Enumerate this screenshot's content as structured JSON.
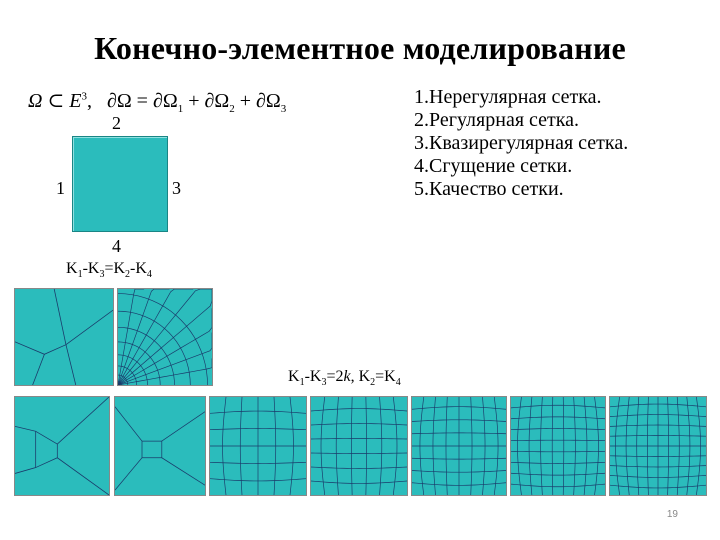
{
  "title": "Конечно-элементное моделирование",
  "formula_top": {
    "omega": "Ω ⊂ E",
    "sup3": "3",
    "sep": ",",
    "boundary": "∂Ω = ∂Ω",
    "s1": "1",
    "p1": " + ∂Ω",
    "s2": "2",
    "p2": " + ∂Ω",
    "s3": "3"
  },
  "list": [
    "1.Нерегулярная сетка.",
    "2.Регулярная сетка.",
    "3.Квазирегулярная сетка.",
    "4.Сгущение сетки.",
    "5.Качество сетки."
  ],
  "side_labels": {
    "top": "2",
    "left": "1",
    "right": "3",
    "bottom": "4"
  },
  "relation_1": {
    "k1": "K",
    "i1": "1",
    "m": "-K",
    "i3": "3",
    "eq": "=K",
    "i2": "2",
    "m2": "-K",
    "i4": "4"
  },
  "relation_2": {
    "k1": "K",
    "i1": "1",
    "m": "-K",
    "i3": "3",
    "eq": "=2",
    "k": "k",
    "sep": ",  K",
    "i2": "2",
    "eq2": "=K",
    "i4": "4"
  },
  "page_number": "19",
  "colors": {
    "mesh_fill": "#2bbcbc",
    "mesh_line": "#1a3a6a",
    "border": "#888888"
  }
}
